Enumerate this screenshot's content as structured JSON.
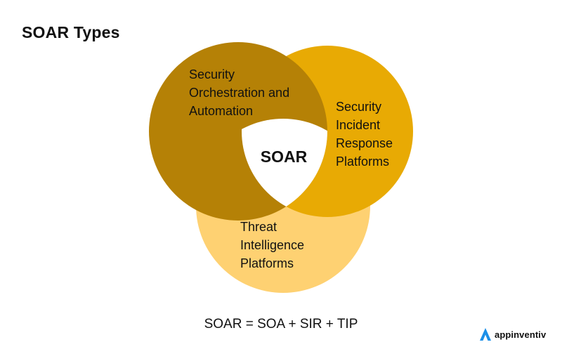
{
  "title": "SOAR Types",
  "diagram": {
    "circles": [
      {
        "id": "soa",
        "label_lines": [
          "Security",
          "Orchestration and",
          "Automation"
        ],
        "color": "#B58106"
      },
      {
        "id": "sir",
        "label_lines": [
          "Security",
          "Incident",
          "Response",
          "Platforms"
        ],
        "color": "#E8AA04"
      },
      {
        "id": "tip",
        "label_lines": [
          "Threat",
          "Intelligence",
          "Platforms"
        ],
        "color": "#FED172"
      }
    ],
    "center_label": "SOAR",
    "center_color": "#FFFFFF"
  },
  "formula": "SOAR = SOA + SIR + TIP",
  "brand": {
    "name": "appinventiv",
    "logo_icon": "appinventiv-logo-icon",
    "logo_color": "#1B8FE8"
  }
}
